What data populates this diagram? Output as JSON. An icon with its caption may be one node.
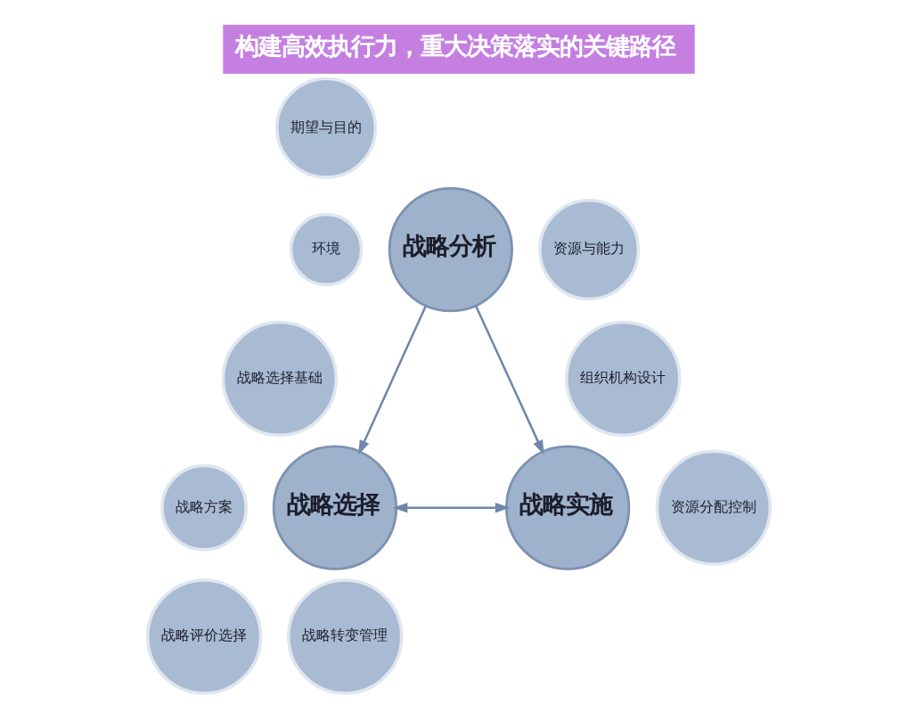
{
  "diagram": {
    "title": "构建高效执行力，重大决策落实的关键路径",
    "nodes": [
      {
        "text": [
          "期望与目的"
        ]
      },
      {
        "text": [
          "环境"
        ]
      },
      {
        "text": [
          "战略分析"
        ]
      },
      {
        "text": [
          "资源与能力"
        ]
      },
      {
        "text": [
          "战略选择基础"
        ]
      },
      {
        "text": [
          "组织机构设计"
        ]
      },
      {
        "text": [
          "战略方案"
        ]
      },
      {
        "text": [
          "战略选择"
        ]
      },
      {
        "text": [
          "战略实施"
        ]
      },
      {
        "text": [
          "资源分配控制"
        ]
      },
      {
        "text": [
          "战略评价选择"
        ]
      },
      {
        "text": [
          "战略转变管理"
        ]
      }
    ],
    "edges": [
      {
        "from": 2,
        "to": 7,
        "arrow": "to"
      },
      {
        "from": 2,
        "to": 8,
        "arrow": "to"
      },
      {
        "from": 7,
        "to": 8,
        "arrow": "both"
      }
    ]
  }
}
